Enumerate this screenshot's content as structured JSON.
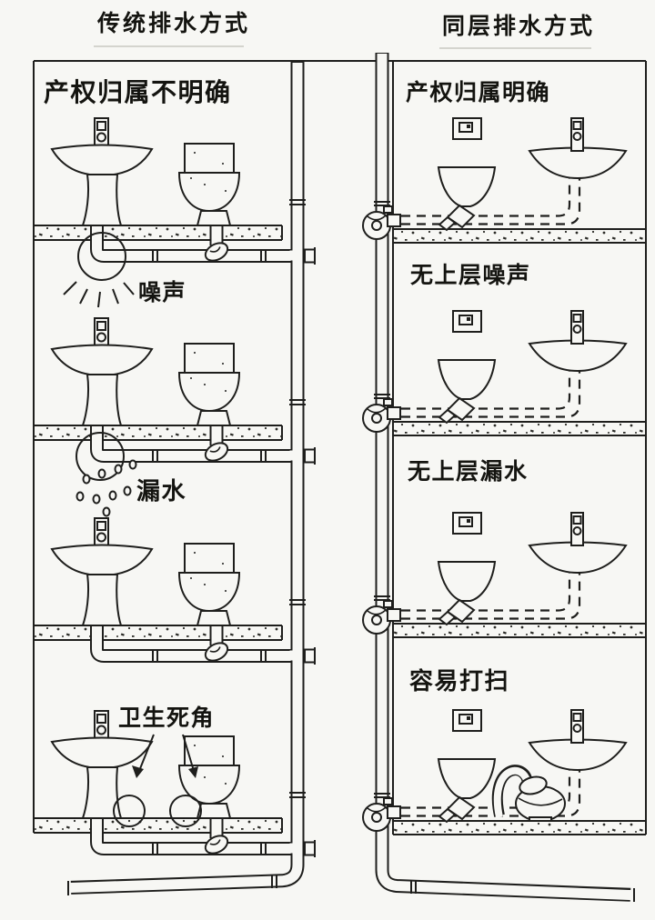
{
  "diagram": {
    "title_left": "传统排水方式",
    "title_right": "同层排水方式",
    "left": {
      "ownership": "产权归属不明确",
      "noise": "噪声",
      "leak": "漏水",
      "dead_corner": "卫生死角"
    },
    "right": {
      "ownership": "产权归属明确",
      "no_noise": "无上层噪声",
      "no_leak": "无上层漏水",
      "easy_clean": "容易打扫"
    },
    "colors": {
      "ink": "#1e1e1c",
      "paper": "#f7f7f4"
    }
  }
}
